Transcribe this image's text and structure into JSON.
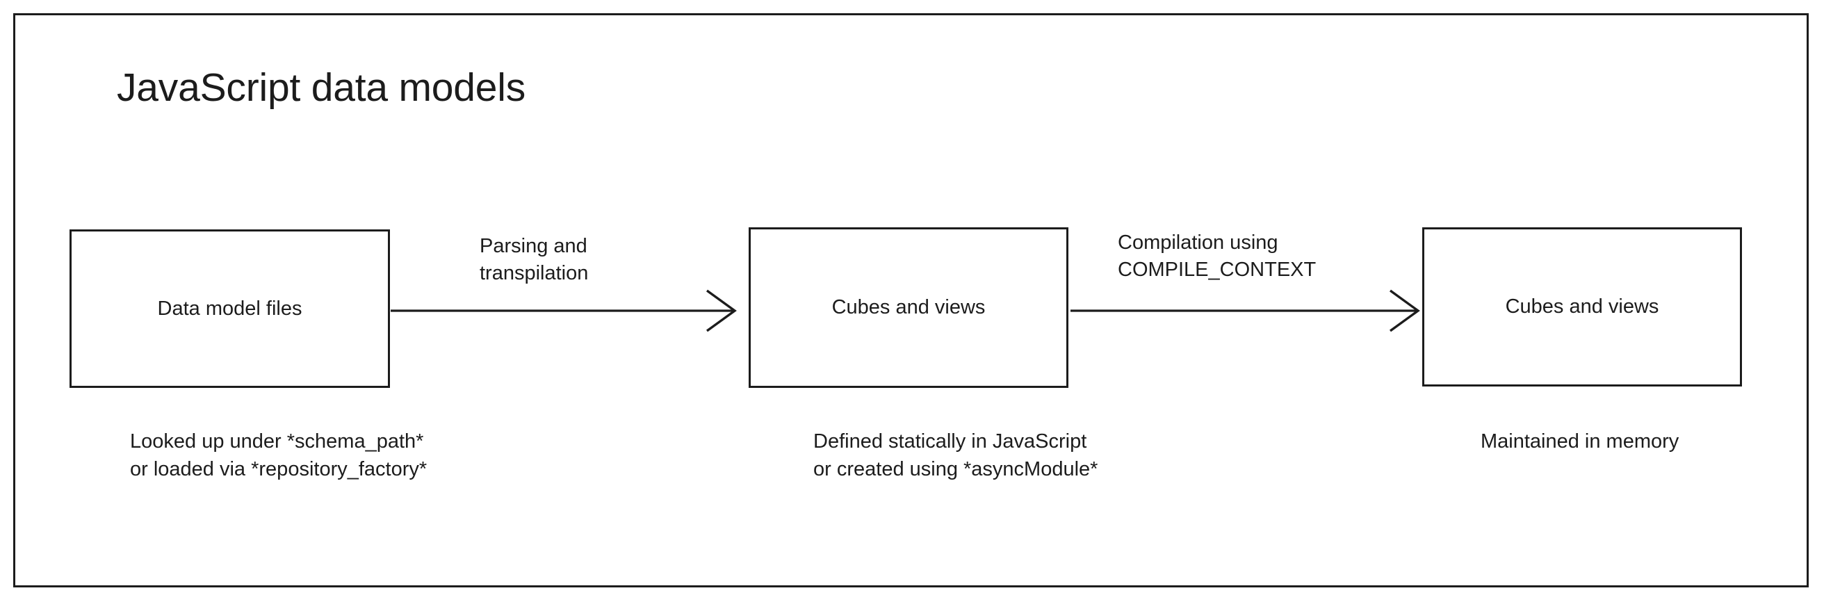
{
  "diagram": {
    "title": "JavaScript data models",
    "frame": {
      "border_color": "#1c1c1c"
    },
    "nodes": [
      {
        "id": "data-model-files",
        "label": "Data model files",
        "caption": "Looked up under *schema_path*\nor loaded via *repository_factory*"
      },
      {
        "id": "cubes-and-views-parsed",
        "label": "Cubes and views",
        "caption": "Defined statically in JavaScript\nor created using *asyncModule*"
      },
      {
        "id": "cubes-and-views-compiled",
        "label": "Cubes and views",
        "caption": "Maintained in memory"
      }
    ],
    "edges": [
      {
        "id": "edge-parsing",
        "label": "Parsing and\ntranspilation",
        "from": "data-model-files",
        "to": "cubes-and-views-parsed",
        "arrowhead": "open-v"
      },
      {
        "id": "edge-compilation",
        "label": "Compilation using\nCOMPILE_CONTEXT",
        "from": "cubes-and-views-parsed",
        "to": "cubes-and-views-compiled",
        "arrowhead": "open-v"
      }
    ],
    "colors": {
      "stroke": "#1c1c1c",
      "text": "#1c1c1c",
      "background": "#ffffff"
    }
  }
}
